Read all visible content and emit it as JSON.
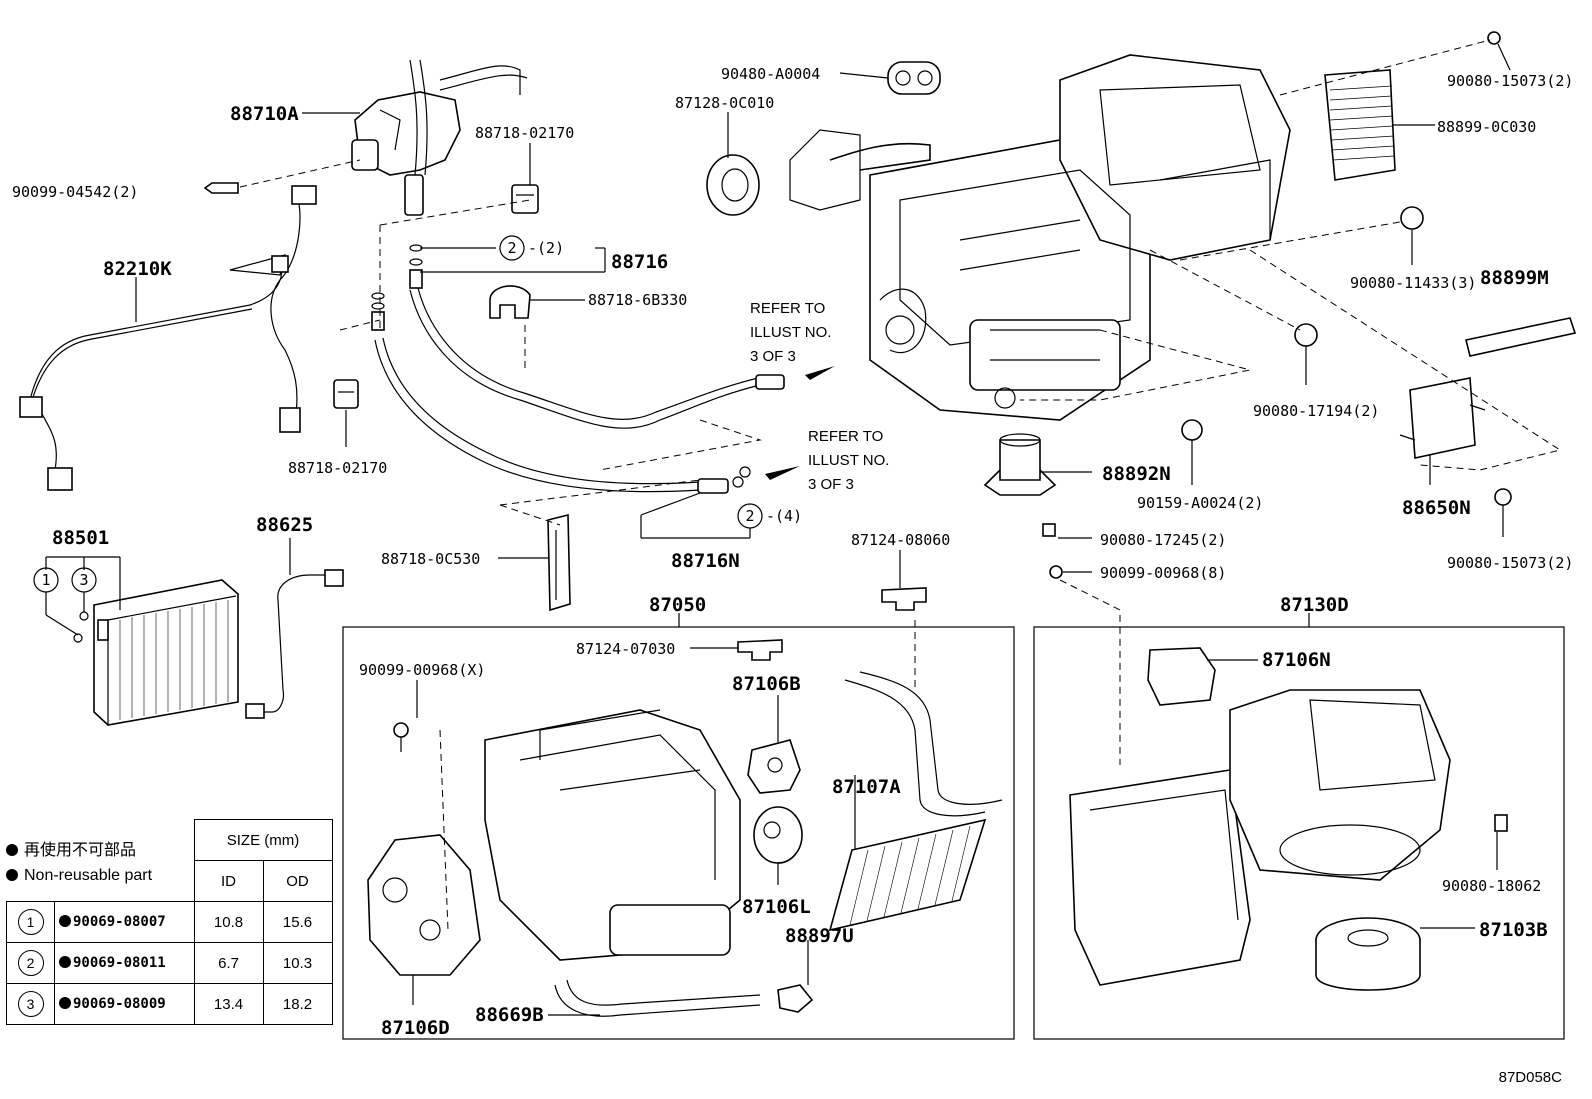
{
  "labels": {
    "p88710A": "88710A",
    "p90099_04542": "90099-04542(2)",
    "p88718_02170_top": "88718-02170",
    "p88716": "88716",
    "p88716_circ": "2",
    "p88716_qty": "-(2)",
    "p82210K": "82210K",
    "p88718_6B330": "88718-6B330",
    "p88718_02170_bot": "88718-02170",
    "refer1_l1": "REFER TO",
    "refer1_l2": "ILLUST NO.",
    "refer1_l3": "3 OF 3",
    "refer2_l1": "REFER TO",
    "refer2_l2": "ILLUST NO.",
    "refer2_l3": "3 OF 3",
    "p90480_A0004": "90480-A0004",
    "p87128_0C010": "87128-0C010",
    "p90080_15073_top": "90080-15073(2)",
    "p88899_0C030": "88899-0C030",
    "p90080_11433": "90080-11433(3)",
    "p88899M": "88899M",
    "p90080_17194": "90080-17194(2)",
    "p88650N": "88650N",
    "p90080_15073_bot": "90080-15073(2)",
    "p88892N": "88892N",
    "p90159_A0024": "90159-A0024(2)",
    "p90080_17245": "90080-17245(2)",
    "p90099_00968_8": "90099-00968(8)",
    "p88501": "88501",
    "circ1": "1",
    "circ3": "3",
    "p88625": "88625",
    "p88718_0C530": "88718-0C530",
    "p88716N": "88716N",
    "p88716N_circ": "2",
    "p88716N_qty": "-(4)",
    "p87124_08060": "87124-08060",
    "p87050": "87050",
    "p87124_07030": "87124-07030",
    "p90099_00968_X": "90099-00968(X)",
    "p87106B": "87106B",
    "p87107A": "87107A",
    "p87106L": "87106L",
    "p88897U": "88897U",
    "p88669B": "88669B",
    "p87106D": "87106D",
    "p87130D": "87130D",
    "p87106N": "87106N",
    "p90080_18062": "90080-18062",
    "p87103B": "87103B"
  },
  "legend": {
    "line1": "再使用不可部品",
    "line2": "Non-reusable part"
  },
  "size_table": {
    "size_header": "SIZE (mm)",
    "id_header": "ID",
    "od_header": "OD",
    "rows": [
      {
        "ref": "1",
        "part": "90069-08007",
        "id": "10.8",
        "od": "15.6"
      },
      {
        "ref": "2",
        "part": "90069-08011",
        "id": "6.7",
        "od": "10.3"
      },
      {
        "ref": "3",
        "part": "90069-08009",
        "id": "13.4",
        "od": "18.2"
      }
    ]
  },
  "footer": {
    "code": "87D058C"
  }
}
